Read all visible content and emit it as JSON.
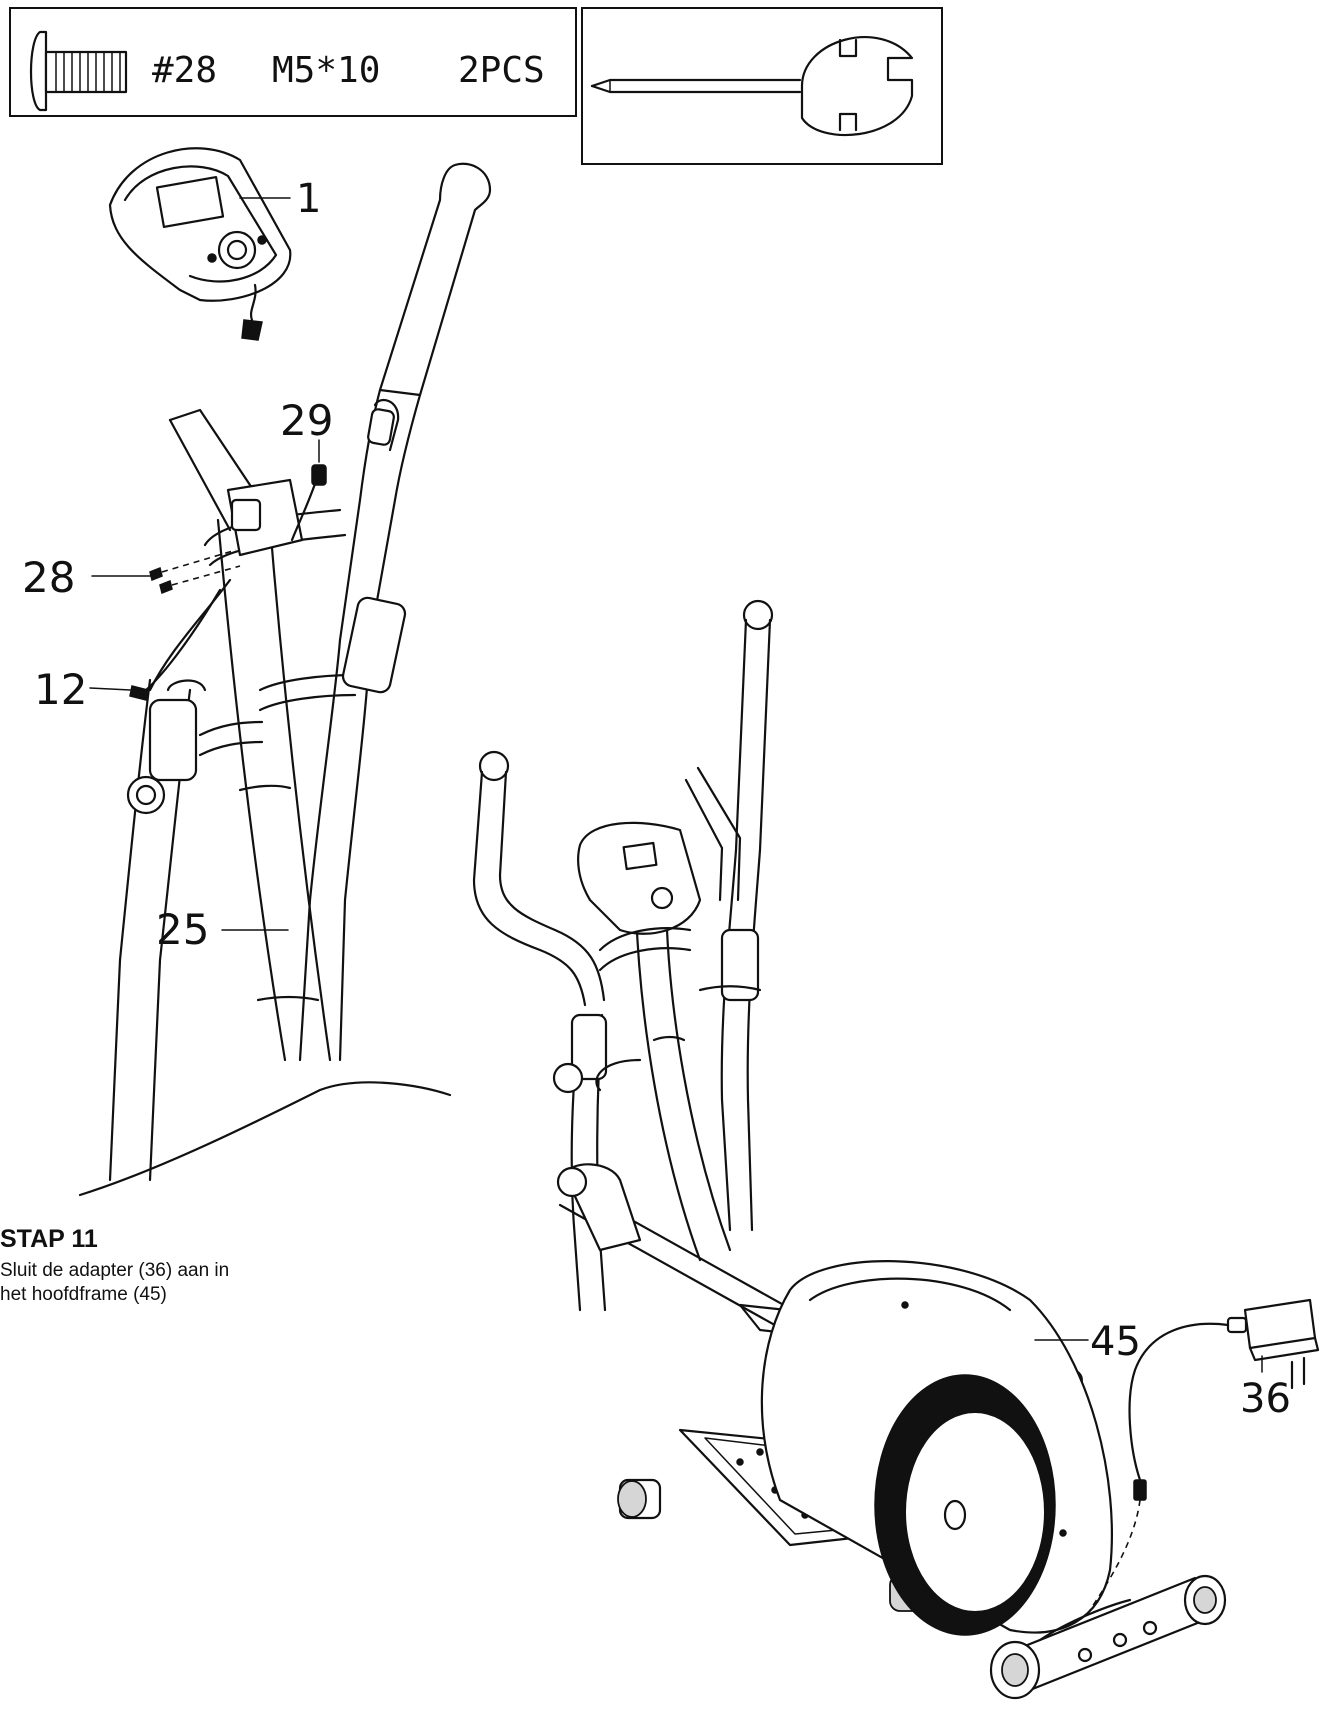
{
  "hardware_box": {
    "part_number": "#28",
    "size": "M5*10",
    "quantity": "2PCS"
  },
  "callouts": {
    "console": "1",
    "sensor_wire": "29",
    "screws": "28",
    "console_cable": "12",
    "upright_post": "25",
    "main_frame": "45",
    "adapter": "36"
  },
  "step": {
    "title": "STAP 11",
    "line1": "Sluit de adapter (36) aan in",
    "line2": "het hoofdframe (45)"
  }
}
